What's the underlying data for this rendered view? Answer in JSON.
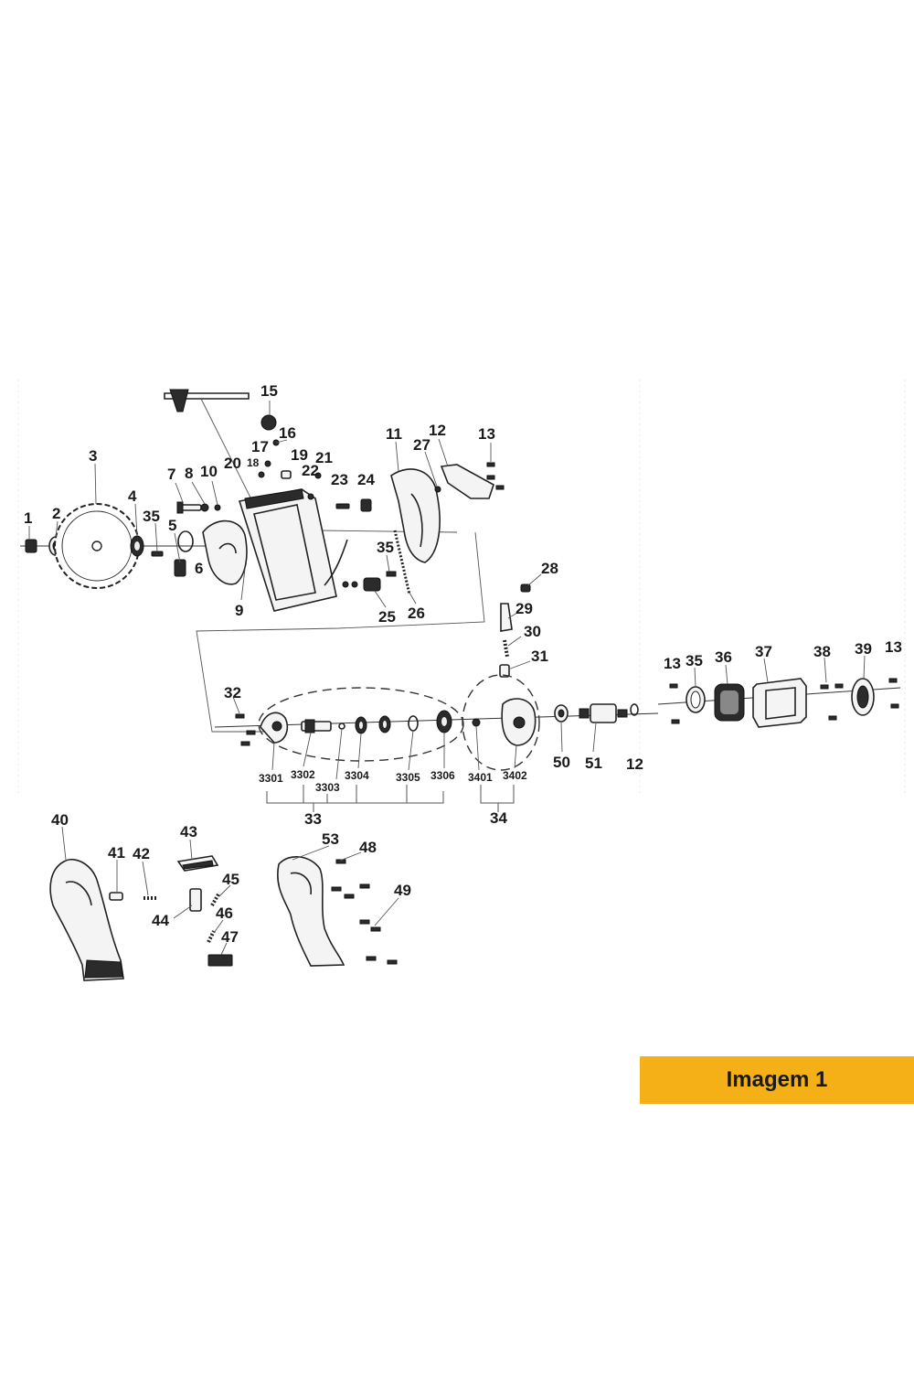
{
  "caption": "Imagem 1",
  "colors": {
    "caption_bg": "#f5b017",
    "ink": "#1a1a1a"
  },
  "labels": {
    "l1": "1",
    "l2": "2",
    "l3": "3",
    "l4": "4",
    "l35a": "35",
    "l5": "5",
    "l6": "6",
    "l7": "7",
    "l8": "8",
    "l10": "10",
    "l20": "20",
    "l9": "9",
    "l15": "15",
    "l16": "16",
    "l17": "17",
    "l18": "18",
    "l19": "19",
    "l21": "21",
    "l22": "22",
    "l23": "23",
    "l24": "24",
    "l11": "11",
    "l12a": "12",
    "l27": "27",
    "l13a": "13",
    "l35b": "35",
    "l25": "25",
    "l26": "26",
    "l28": "28",
    "l29": "29",
    "l30": "30",
    "l31": "31",
    "l32": "32",
    "l3301": "3301",
    "l3302": "3302",
    "l3303": "3303",
    "l3304": "3304",
    "l3305": "3305",
    "l3306": "3306",
    "l3401": "3401",
    "l3402": "3402",
    "l33": "33",
    "l34": "34",
    "l50": "50",
    "l51": "51",
    "l12b": "12",
    "l13b": "13",
    "l35c": "35",
    "l36": "36",
    "l37": "37",
    "l38": "38",
    "l39": "39",
    "l13c": "13",
    "l40": "40",
    "l41": "41",
    "l42": "42",
    "l43": "43",
    "l44": "44",
    "l45": "45",
    "l46": "46",
    "l47": "47",
    "l53": "53",
    "l48": "48",
    "l49": "49"
  }
}
